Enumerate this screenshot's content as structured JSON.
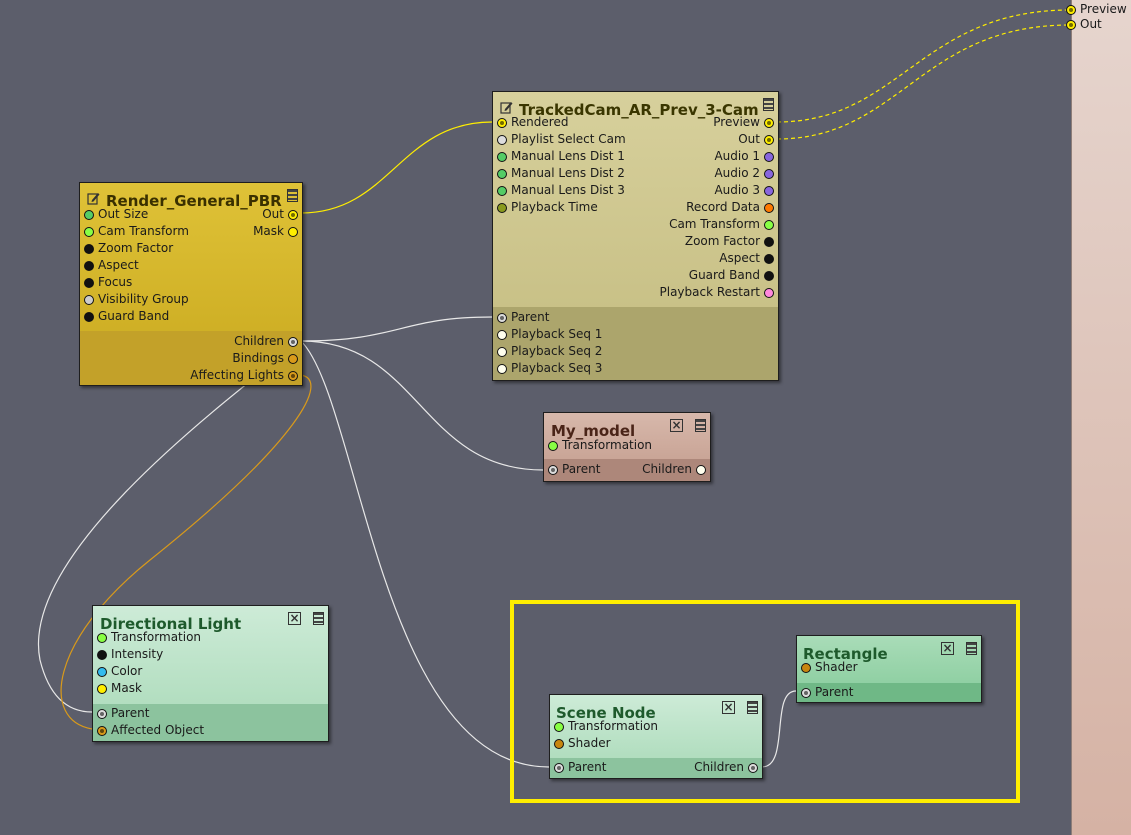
{
  "colors": {
    "canvas": "#5c5e6b",
    "render_node": "#d6b52c",
    "tracked_node": "#c9c28a",
    "model_node": "#c9a596",
    "light_node": "#b5e2c4",
    "selection": "#ffee00"
  },
  "render_general": {
    "title": "Render_General_PBR",
    "inputs": [
      {
        "label": "Out Size",
        "color": "#55cc66"
      },
      {
        "label": "Cam Transform",
        "color": "#88ff44"
      },
      {
        "label": "Zoom Factor",
        "color": "#111111"
      },
      {
        "label": "Aspect",
        "color": "#111111"
      },
      {
        "label": "Focus",
        "color": "#111111"
      },
      {
        "label": "Visibility Group",
        "color": "#cccccc"
      },
      {
        "label": "Guard Band",
        "color": "#111111"
      }
    ],
    "outputs": [
      {
        "label": "Out",
        "color": "#ffee00"
      },
      {
        "label": "Mask",
        "color": "#ffee00"
      }
    ],
    "lower_outputs": [
      {
        "label": "Children",
        "color": "#dddddd"
      },
      {
        "label": "Bindings",
        "color": "#d99a1a"
      },
      {
        "label": "Affecting Lights",
        "color": "#d99a1a"
      }
    ]
  },
  "tracked_cam": {
    "title": "TrackedCam_AR_Prev_3-Cam",
    "inputs": [
      {
        "label": "Rendered",
        "color": "#ffee00"
      },
      {
        "label": "Playlist Select Cam",
        "color": "#dddddd"
      },
      {
        "label": "Manual Lens Dist 1",
        "color": "#55cc66"
      },
      {
        "label": "Manual Lens Dist 2",
        "color": "#55cc66"
      },
      {
        "label": "Manual Lens Dist 3",
        "color": "#55cc66"
      },
      {
        "label": "Playback Time",
        "color": "#8a9a1e"
      }
    ],
    "outputs": [
      {
        "label": "Preview",
        "color": "#ffee00"
      },
      {
        "label": "Out",
        "color": "#ffee00"
      },
      {
        "label": "Audio 1",
        "color": "#8866dd"
      },
      {
        "label": "Audio 2",
        "color": "#8866dd"
      },
      {
        "label": "Audio 3",
        "color": "#8866dd"
      },
      {
        "label": "Record Data",
        "color": "#ff7a00"
      },
      {
        "label": "Cam Transform",
        "color": "#88ff44"
      },
      {
        "label": "Zoom Factor",
        "color": "#111111"
      },
      {
        "label": "Aspect",
        "color": "#111111"
      },
      {
        "label": "Guard Band",
        "color": "#111111"
      },
      {
        "label": "Playback Restart",
        "color": "#ff88dd"
      }
    ],
    "lower_inputs": [
      {
        "label": "Parent",
        "color": "#dddddd"
      },
      {
        "label": "Playback Seq 1",
        "color": "#ffffee"
      },
      {
        "label": "Playback Seq 2",
        "color": "#ffffee"
      },
      {
        "label": "Playback Seq 3",
        "color": "#ffffee"
      }
    ]
  },
  "my_model": {
    "title": "My_model",
    "inputs": [
      {
        "label": "Transformation",
        "color": "#88ff44"
      }
    ],
    "lower_inputs": [
      {
        "label": "Parent",
        "color": "#dddddd"
      }
    ],
    "lower_outputs": [
      {
        "label": "Children",
        "color": "#ffffee"
      }
    ]
  },
  "directional_light": {
    "title": "Directional Light",
    "inputs": [
      {
        "label": "Transformation",
        "color": "#88ff44"
      },
      {
        "label": "Intensity",
        "color": "#111111"
      },
      {
        "label": "Color",
        "color": "#33bbee"
      },
      {
        "label": "Mask",
        "color": "#ffee00"
      }
    ],
    "lower_inputs": [
      {
        "label": "Parent",
        "color": "#dddddd"
      },
      {
        "label": "Affected Object",
        "color": "#d99a1a"
      }
    ]
  },
  "scene_node": {
    "title": "Scene Node",
    "inputs": [
      {
        "label": "Transformation",
        "color": "#88ff44"
      },
      {
        "label": "Shader",
        "color": "#c8860f"
      }
    ],
    "lower_inputs": [
      {
        "label": "Parent",
        "color": "#dddddd"
      }
    ],
    "lower_outputs": [
      {
        "label": "Children",
        "color": "#dddddd"
      }
    ]
  },
  "rectangle": {
    "title": "Rectangle",
    "inputs": [
      {
        "label": "Shader",
        "color": "#c8860f"
      }
    ],
    "lower_inputs": [
      {
        "label": "Parent",
        "color": "#dddddd"
      }
    ]
  },
  "external": {
    "preview_label": "Preview",
    "out_label": "Out"
  }
}
